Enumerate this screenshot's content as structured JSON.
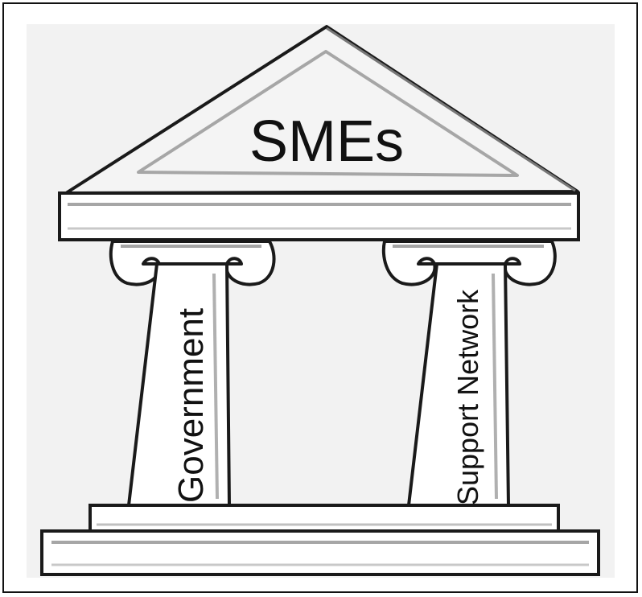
{
  "diagram": {
    "roof_label": "SMEs",
    "pillars": [
      {
        "label": "Government"
      },
      {
        "label": "Support Network"
      }
    ]
  },
  "colors": {
    "background": "#f2f2f2",
    "outline": "#1a1a1a",
    "structure_fill": "#ffffff",
    "inner_line": "#a6a6a6",
    "text": "#111111"
  }
}
